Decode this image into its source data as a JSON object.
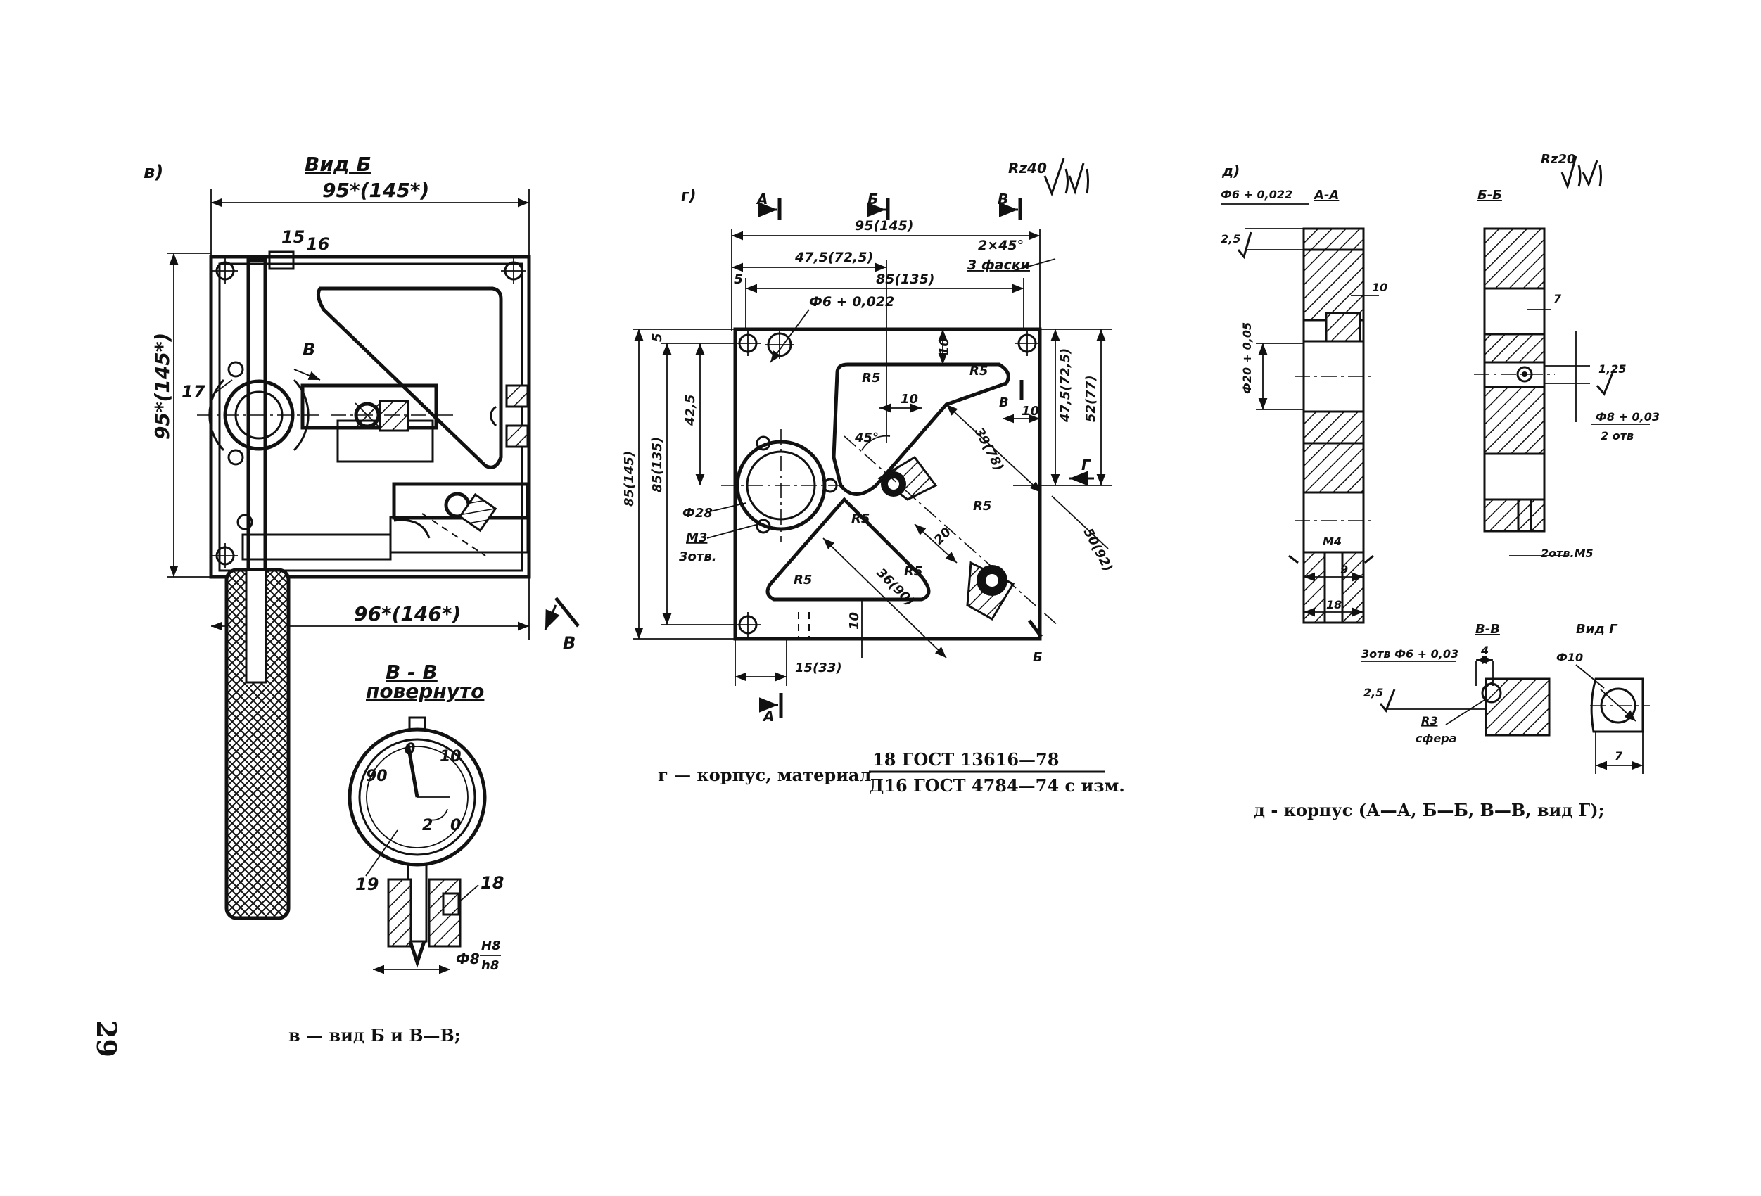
{
  "page_number": "29",
  "view_v": {
    "tag": "в)",
    "title": "Вид Б",
    "dim_top": "95*(145*)",
    "dim_left": "95*(145*)",
    "dim_bottom": "96*(146*)",
    "callouts": [
      "15",
      "16",
      "17",
      "В",
      "В"
    ],
    "section_title": "В - В",
    "section_subtitle": "повернуто",
    "section_callouts": [
      "19",
      "18"
    ],
    "dial_numbers": [
      "0",
      "10",
      "90",
      "2",
      "0"
    ],
    "fit_label": "Ф8",
    "fit_num": "Н8",
    "fit_den": "h8",
    "caption": "в — вид Б и В—В;"
  },
  "view_g": {
    "tag": "г)",
    "roughness": "Rz40",
    "sec_marks": [
      "А",
      "Б",
      "В",
      "В",
      "Г",
      "Б",
      "А"
    ],
    "dims": {
      "w95": "95(145)",
      "w47": "47,5(72,5)",
      "w85": "85(135)",
      "w5": "5",
      "chamfer1": "2×45°",
      "chamfer2": "3 фаски",
      "hole": "Ф6 + 0,022",
      "d10a": "10",
      "r5a": "R5",
      "d10b": "10",
      "d10c": "10",
      "d425": "42,5",
      "h85": "85(145)",
      "h85b": "85(135)",
      "h5": "5",
      "d475r": "47,5(72,5)",
      "d52": "52(77)",
      "a45": "45°",
      "d39": "39(78)",
      "ph28": "Ф28",
      "m3": "М3",
      "m3n": "3отв.",
      "r5b": "R5",
      "r5c": "R5",
      "d20": "20",
      "d50": "50(92)",
      "r5d": "R5",
      "r5e": "R5",
      "d36": "36(90)",
      "d10d": "10",
      "d15": "15(33)"
    },
    "caption_prefix": "г — корпус, материал",
    "caption_num": "18 ГОСТ 13616—78",
    "caption_den": "Д16 ГОСТ 4784—74 с изм."
  },
  "view_d": {
    "tag": "д)",
    "roughness": "Rz20",
    "sec_aa": "А-А",
    "sec_bb": "Б-Б",
    "sec_vv": "В-В",
    "vid_g": "Вид Г",
    "dims": {
      "ph6": "Ф6 + 0,022",
      "r25": "2,5",
      "d10": "10",
      "ph20": "Ф20 + 0,05",
      "m4": "М4",
      "d9": "9",
      "d18": "18",
      "d7": "7",
      "d125": "1,25",
      "ph8": "Ф8 + 0,03",
      "ph8n": "2 отв",
      "m5": "2отв.М5",
      "holes": "3отв Ф6 + 0,03",
      "d4": "4",
      "r25b": "2,5",
      "r3": "R3",
      "sphere": "сфера",
      "ph10": "Ф10",
      "d7b": "7"
    },
    "caption": "д - корпус (А—А, Б—Б, В—В, вид Г);"
  }
}
